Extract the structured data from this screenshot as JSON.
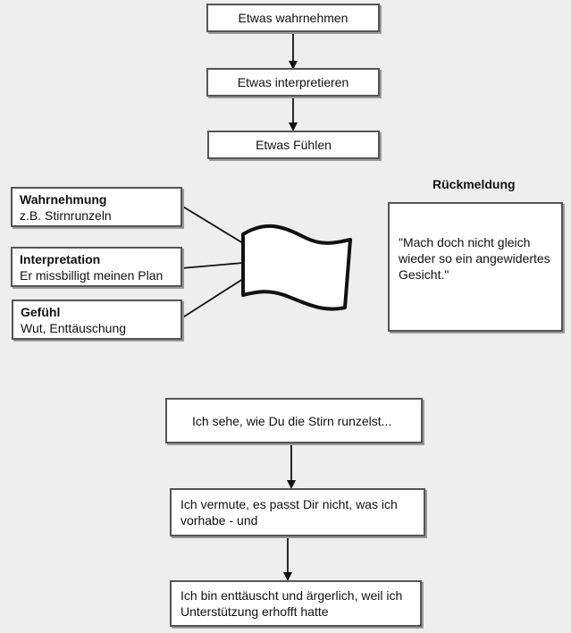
{
  "top_flow": {
    "step1": "Etwas wahrnehmen",
    "step2": "Etwas interpretieren",
    "step3": "Etwas Fühlen"
  },
  "components": [
    {
      "title": "Wahrnehmung",
      "text": "z.B. Stirnrunzeln"
    },
    {
      "title": "Interpretation",
      "text": "Er missbilligt meinen Plan"
    },
    {
      "title": "Gefühl",
      "text": "Wut, Enttäuschung"
    }
  ],
  "feedback": {
    "heading": "Rückmeldung",
    "quote": "\"Mach doch nicht gleich wieder so ein angewidertes Gesicht.\""
  },
  "bottom_flow": {
    "step1": "Ich sehe, wie Du die Stirn runzelst...",
    "step2": "Ich vermute, es passt Dir nicht, was ich vorhabe - und",
    "step3": "Ich bin enttäuscht und ärgerlich, weil ich Unterstützung erhofft hatte"
  }
}
